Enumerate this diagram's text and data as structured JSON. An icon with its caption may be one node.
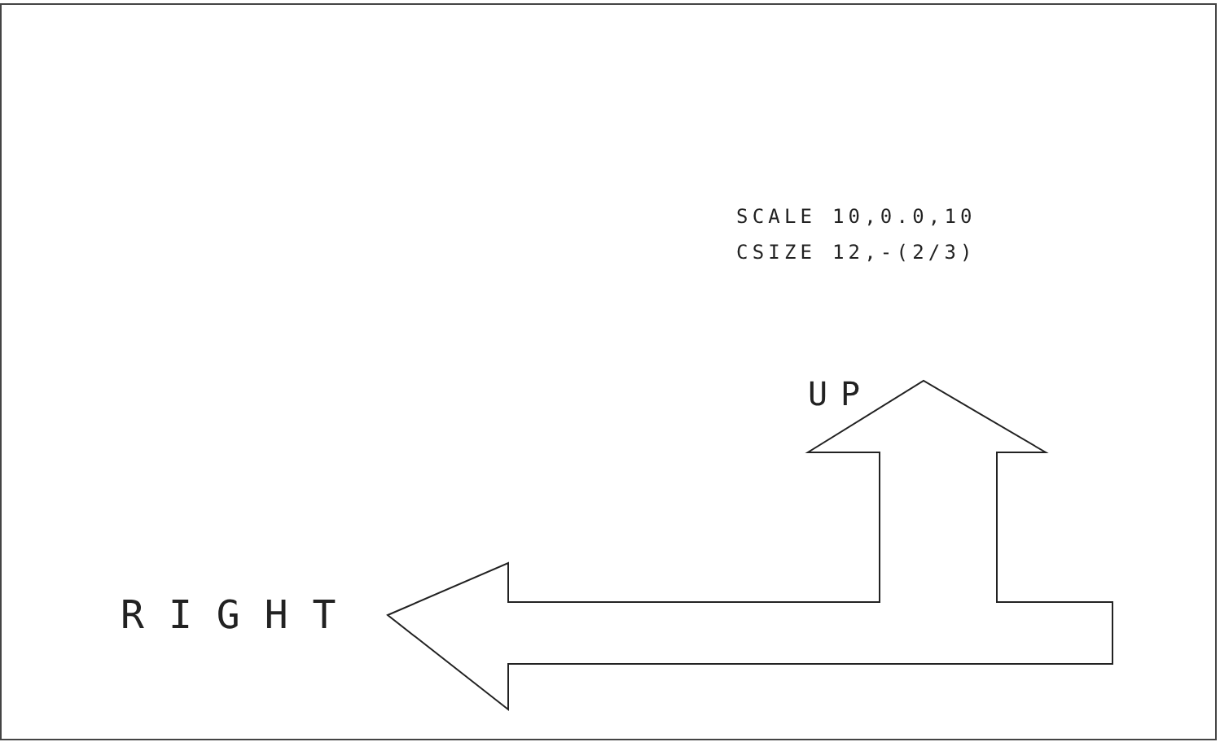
{
  "diagram": {
    "labels": [
      "SCALE 10,0.0,10",
      "CSIZE 12,-(2/3)",
      "UP",
      "RIGHT"
    ]
  }
}
